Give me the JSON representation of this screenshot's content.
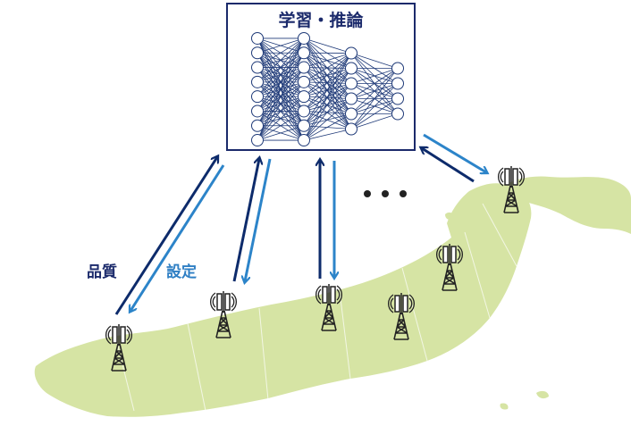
{
  "box": {
    "title": "学習・推論"
  },
  "labels": {
    "quality": "品質",
    "setting": "設定"
  },
  "ellipsis_icon": "dots-icon",
  "colors": {
    "dark_blue": "#0d2b6b",
    "light_blue": "#2c84c9",
    "map_green": "#d6e4a4",
    "network_line": "#1f3a78",
    "box_border": "#1b2a6b"
  },
  "network": {
    "layers": [
      8,
      8,
      6,
      4
    ]
  },
  "towers": [
    {
      "name": "tower-1"
    },
    {
      "name": "tower-2"
    },
    {
      "name": "tower-3"
    },
    {
      "name": "tower-4"
    },
    {
      "name": "tower-5"
    },
    {
      "name": "tower-6"
    }
  ]
}
